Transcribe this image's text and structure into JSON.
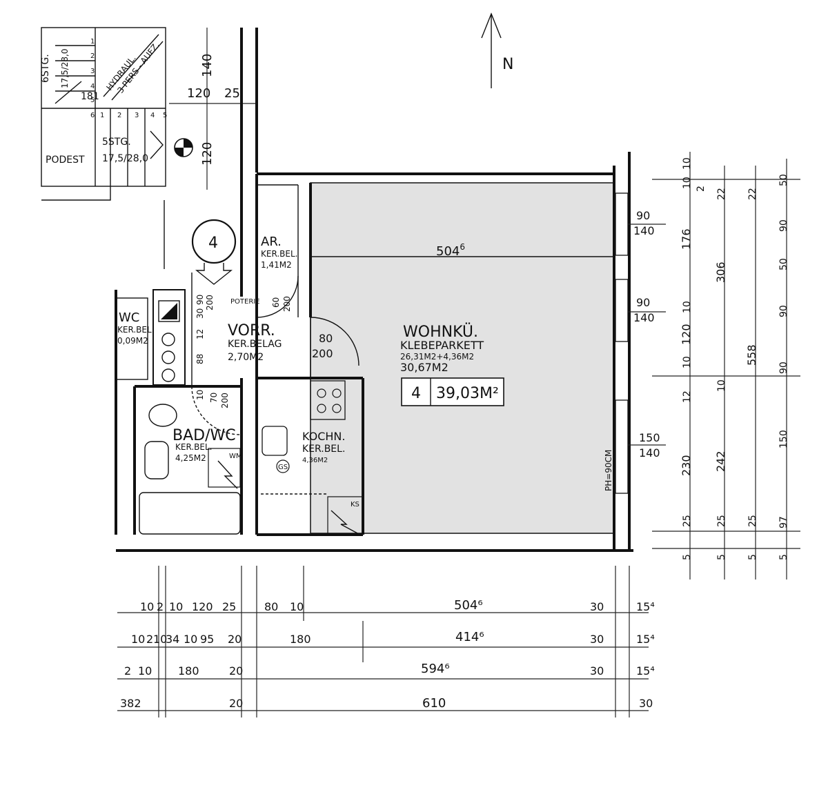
{
  "north": "N",
  "unit_marker": "4",
  "stairs": {
    "upper": "6STG.",
    "upper_ratio": "17,5/28,0",
    "lift_a": "HYDRAUL.",
    "lift_b": "3 PERS - AUFZ.",
    "upper_count": "181",
    "lower": "5STG.",
    "lower_ratio": "17,5/28,0",
    "landing": "PODEST",
    "steps_top": [
      "1",
      "2",
      "3",
      "4",
      "5",
      "6"
    ],
    "steps_bottom": [
      "1",
      "2",
      "3",
      "4",
      "5"
    ]
  },
  "rooms": {
    "living": {
      "name": "WOHNKÜ.",
      "floor": "KLEBEPARKETT",
      "calc": "26,31M2+4,36M2",
      "area": "30,67M2",
      "width": "504",
      "width_sup": "6"
    },
    "storage": {
      "name": "AR.",
      "floor": "KER.BEL.",
      "area": "1,41M2"
    },
    "hall": {
      "name": "VORR.",
      "floor": "KER.BELAG",
      "area": "2,70M2",
      "niche": "POTERIE"
    },
    "bath": {
      "name": "BAD/WC",
      "floor": "KER.BEL.",
      "area": "4,25M2",
      "wm": "WM"
    },
    "kitchen": {
      "name": "KOCHN.",
      "floor": "KER.BEL.",
      "area": "4,36M2",
      "ks": "KS",
      "gs": "GS"
    },
    "wc": {
      "name": "WC",
      "floor": "KER.BEL.",
      "area": "0,09M2"
    }
  },
  "unit_box": {
    "number": "4",
    "area": "39,03M²"
  },
  "doors": {
    "living_door": [
      "80",
      "200"
    ],
    "storage_door": [
      "60",
      "200"
    ],
    "entry_door": [
      "90",
      "200"
    ],
    "bath_door": [
      "70",
      "200"
    ],
    "hall_small": [
      "12",
      "30",
      "88",
      "10"
    ]
  },
  "top_dims": {
    "a": "120",
    "b": "25",
    "c": "140",
    "d": "120"
  },
  "window_dims": [
    {
      "w": "90",
      "h": "140"
    },
    {
      "w": "90",
      "h": "140"
    },
    {
      "w": "150",
      "h": "140"
    }
  ],
  "parapet": "PH=90CM",
  "right_chains": {
    "c1": [
      "10",
      "10",
      "176",
      "10",
      "120",
      "10",
      "12",
      "230",
      "25",
      "5"
    ],
    "c2": [
      "2",
      "22",
      "306",
      "10",
      "242",
      "25",
      "5"
    ],
    "c3": [
      "22",
      "558",
      "25",
      "5"
    ],
    "c4": [
      "50",
      "90",
      "50",
      "90",
      "90",
      "150",
      "97",
      "5"
    ]
  },
  "bottom_chains": {
    "r1": [
      "10",
      "2",
      "10",
      "120",
      "25",
      "80",
      "10",
      "504⁶",
      "30",
      "15⁴"
    ],
    "r2": [
      "10",
      "2",
      "10",
      "34",
      "10",
      "95",
      "20",
      "180",
      "414⁶",
      "30",
      "15⁴"
    ],
    "r3": [
      "2",
      "10",
      "180",
      "20",
      "594⁶",
      "30",
      "15⁴"
    ],
    "r4": [
      "382",
      "20",
      "610",
      "30"
    ]
  }
}
